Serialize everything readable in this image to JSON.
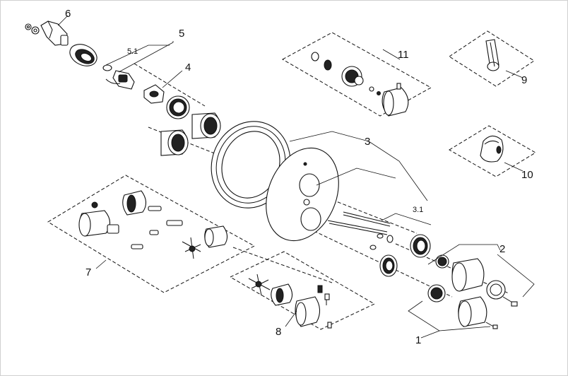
{
  "labels": {
    "p1": "1",
    "p2": "2",
    "p3": "3",
    "p3_1": "3.1",
    "p4": "4",
    "p5": "5",
    "p5_1": "5.1",
    "p6": "6",
    "p7": "7",
    "p8": "8",
    "p9": "9",
    "p10": "10",
    "p11": "11"
  }
}
